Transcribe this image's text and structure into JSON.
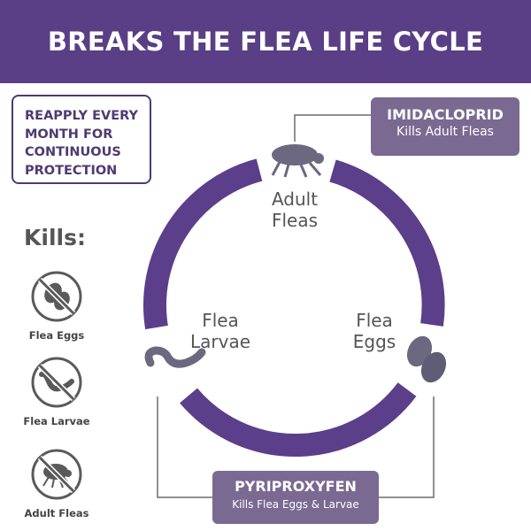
{
  "header": {
    "title": "BREAKS THE FLEA LIFE CYCLE"
  },
  "reapply": {
    "text": "REAPPLY EVERY\nMONTH FOR\nCONTINUOUS\nPROTECTION"
  },
  "kills": {
    "heading": "Kills:",
    "items": [
      {
        "label": "Flea Eggs",
        "icon": "flea-eggs-crossed-icon"
      },
      {
        "label": "Flea Larvae",
        "icon": "flea-larvae-crossed-icon"
      },
      {
        "label": "Adult Fleas",
        "icon": "adult-flea-crossed-icon"
      }
    ]
  },
  "cycle": {
    "stages": [
      {
        "label": "Adult\nFleas",
        "icon": "adult-flea-icon"
      },
      {
        "label": "Flea\nEggs",
        "icon": "flea-eggs-icon"
      },
      {
        "label": "Flea\nLarvae",
        "icon": "flea-larva-icon"
      }
    ]
  },
  "callouts": {
    "imidacloprid": {
      "title": "IMIDACLOPRID",
      "subtitle": "Kills Adult Fleas"
    },
    "pyriproxyfen": {
      "title": "PYRIPROXYFEN",
      "subtitle": "Kills Flea Eggs & Larvae"
    }
  },
  "colors": {
    "brand_purple": "#5a3e86",
    "ring_purple": "#5b3f8a",
    "callout_purple": "#7a6a92",
    "icon_gray": "#6c6880"
  }
}
